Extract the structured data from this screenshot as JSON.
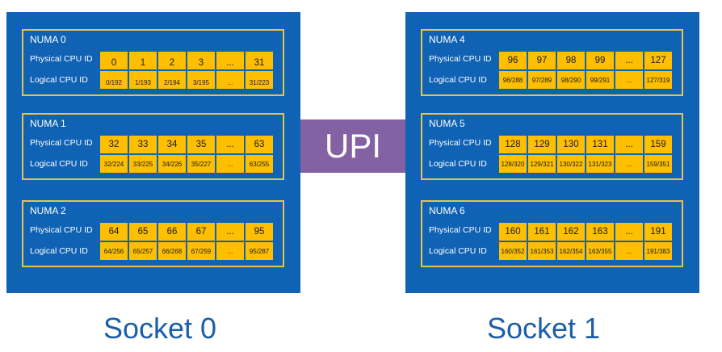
{
  "interconnect": "UPI",
  "row_labels": {
    "physical": "Physical CPU ID",
    "logical": "Logical CPU ID"
  },
  "sockets": [
    {
      "label": "Socket 0",
      "numas": [
        {
          "name": "NUMA 0",
          "physical": [
            "0",
            "1",
            "2",
            "3",
            "...",
            "31"
          ],
          "logical": [
            "0/192",
            "1/193",
            "2/194",
            "3/195",
            "...",
            "31/223"
          ]
        },
        {
          "name": "NUMA 1",
          "physical": [
            "32",
            "33",
            "34",
            "35",
            "...",
            "63"
          ],
          "logical": [
            "32/224",
            "33/225",
            "34/226",
            "35/227",
            "...",
            "63/255"
          ]
        },
        {
          "name": "NUMA 2",
          "physical": [
            "64",
            "65",
            "66",
            "67",
            "...",
            "95"
          ],
          "logical": [
            "64/256",
            "65/257",
            "66/268",
            "67/259",
            "...",
            "95/287"
          ]
        }
      ]
    },
    {
      "label": "Socket 1",
      "numas": [
        {
          "name": "NUMA 4",
          "physical": [
            "96",
            "97",
            "98",
            "99",
            "...",
            "127"
          ],
          "logical": [
            "96/288",
            "97/289",
            "98/290",
            "99/291",
            "...",
            "127/319"
          ]
        },
        {
          "name": "NUMA 5",
          "physical": [
            "128",
            "129",
            "130",
            "131",
            "...",
            "159"
          ],
          "logical": [
            "128/320",
            "129/321",
            "130/322",
            "131/323",
            "...",
            "159/351"
          ]
        },
        {
          "name": "NUMA 6",
          "physical": [
            "160",
            "161",
            "162",
            "163",
            "...",
            "191"
          ],
          "logical": [
            "160/352",
            "161/353",
            "162/354",
            "163/355",
            "...",
            "191/383"
          ]
        }
      ]
    }
  ]
}
